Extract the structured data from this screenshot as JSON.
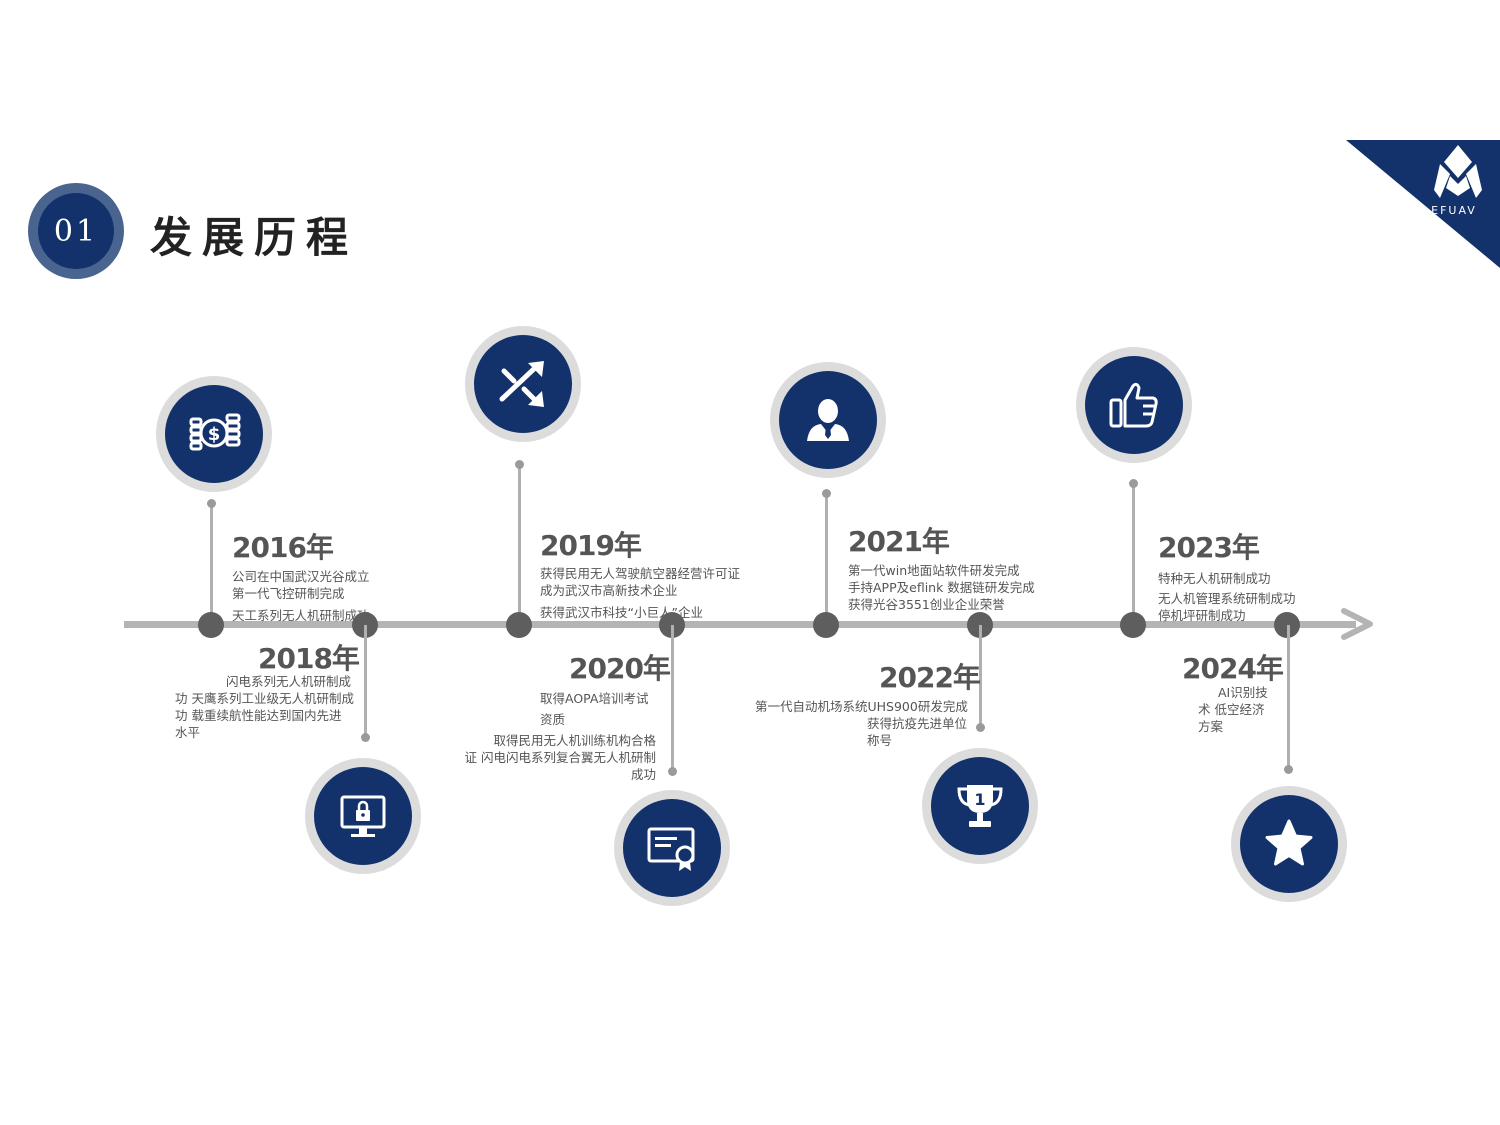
{
  "header": {
    "badge_number": "01",
    "title": "发展历程"
  },
  "logo": {
    "text": "EFUAV"
  },
  "colors": {
    "navy": "#13316a",
    "axis": "#b4b4b4",
    "dot": "#5e5e5e"
  },
  "milestones": [
    {
      "year": "2016年",
      "icon": "money-coins-icon",
      "lines": [
        "公司在中国武汉光谷成立",
        "第一代飞控研制完成",
        "天工系列无人机研制成功"
      ]
    },
    {
      "year": "2018年",
      "icon": "monitor-lock-icon",
      "lines": [
        "闪电系列无人机研制成",
        "功 天鹰系列工业级无人机研制成",
        "功 载重续航性能达到国内先进",
        "水平"
      ]
    },
    {
      "year": "2019年",
      "icon": "shuffle-arrows-icon",
      "lines": [
        "获得民用无人驾驶航空器经营许可证",
        "成为武汉市高新技术企业",
        "获得武汉市科技“小巨人”企业"
      ]
    },
    {
      "year": "2020年",
      "icon": "certificate-icon",
      "lines": [
        "取得AOPA培训考试",
        "资质",
        "取得民用无人机训练机构合格",
        "证 闪电闪电系列复合翼无人机研制",
        "成功"
      ]
    },
    {
      "year": "2021年",
      "icon": "person-icon",
      "lines": [
        "第一代win地面站软件研发完成",
        "手持APP及eflink 数据链研发完成",
        "获得光谷3551创业企业荣誉"
      ]
    },
    {
      "year": "2022年",
      "icon": "trophy-icon",
      "lines": [
        "第一代自动机场系统UHS900研发完成",
        "获得抗疫先进单位",
        "称号"
      ]
    },
    {
      "year": "2023年",
      "icon": "thumbs-up-icon",
      "lines": [
        "特种无人机研制成功",
        "无人机管理系统研制成功",
        "停机坪研制成功"
      ]
    },
    {
      "year": "2024年",
      "icon": "star-icon",
      "lines": [
        "AI识别技",
        "术 低空经济",
        "方案"
      ]
    }
  ]
}
